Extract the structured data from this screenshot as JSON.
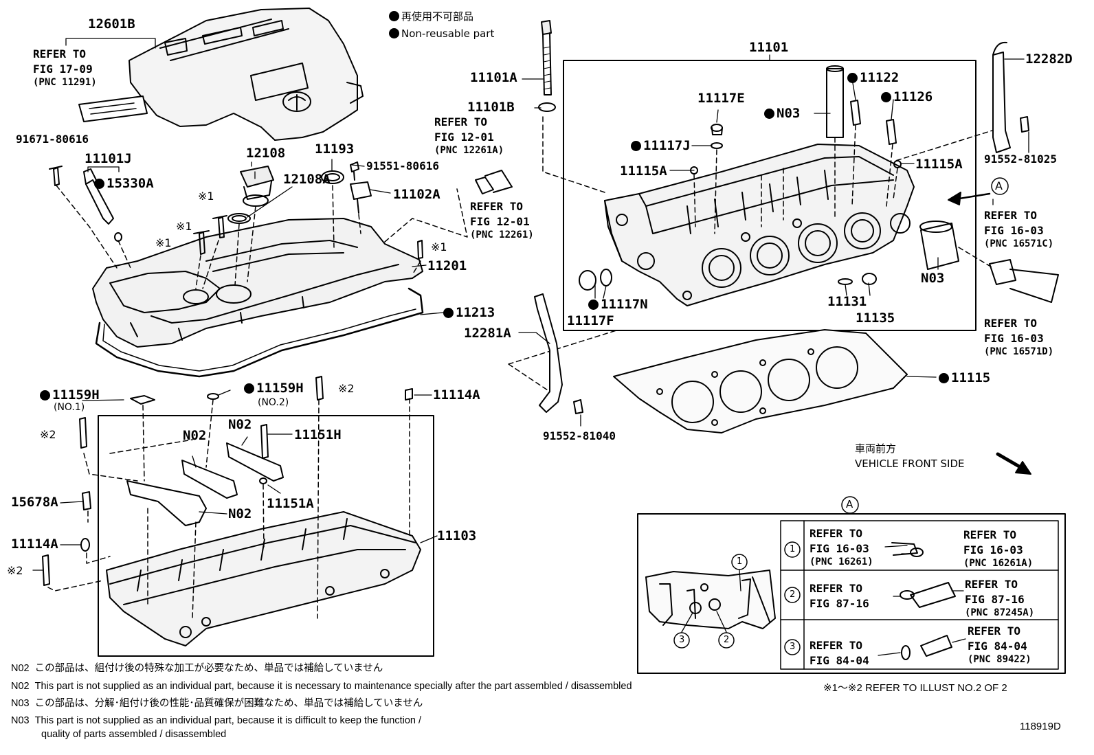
{
  "legend": {
    "line1": "再使用不可部品",
    "line2": "Non-reusable part"
  },
  "labels": {
    "l12601B": "12601B",
    "l91671": "91671-80616",
    "l11101J": "11101J",
    "l15330A": "15330A",
    "l12108": "12108",
    "l12108A": "12108A",
    "l11193": "11193",
    "l91551": "91551-80616",
    "l11102A": "11102A",
    "l11201": "11201",
    "l11213": "11213",
    "l11101A": "11101A",
    "l11101B": "11101B",
    "l11101": "11101",
    "l11122": "11122",
    "l11126": "11126",
    "l11117E": "11117E",
    "lN03a": "N03",
    "l11117J": "11117J",
    "l11115A_left": "11115A",
    "l11115A_right": "11115A",
    "l12282D": "12282D",
    "l91552_81025": "91552-81025",
    "lN03b": "N03",
    "l11117N": "11117N",
    "l11117F": "11117F",
    "l11131": "11131",
    "l11135": "11135",
    "l12281A": "12281A",
    "l11115": "11115",
    "l91552_81040": "91552-81040",
    "l11159H_1": "11159H",
    "l11159H_1_sub": "(NO.1)",
    "l11159H_2": "11159H",
    "l11159H_2_sub": "(NO.2)",
    "l11114A_top": "11114A",
    "lN02_a": "N02",
    "lN02_b": "N02",
    "lN02_c": "N02",
    "l11151H": "11151H",
    "l11151A": "11151A",
    "l15678A": "15678A",
    "l11114A_left": "11114A",
    "l11103": "11103",
    "mark1_a": "※1",
    "mark1_b": "※1",
    "mark1_c": "※1",
    "mark1_d": "※1",
    "mark2_a": "※2",
    "mark2_b": "※2",
    "mark2_c": "※2",
    "circleA_main": "A",
    "circleA_detail": "A"
  },
  "refs": {
    "fig1709": {
      "l1": "REFER TO",
      "l2": "FIG 17-09",
      "pnc": "(PNC 11291)"
    },
    "fig1201a": {
      "l1": "REFER TO",
      "l2": "FIG 12-01",
      "pnc": "(PNC 12261A)"
    },
    "fig1201b": {
      "l1": "REFER TO",
      "l2": "FIG 12-01",
      "pnc": "(PNC 12261)"
    },
    "fig1603c": {
      "l1": "REFER TO",
      "l2": "FIG 16-03",
      "pnc": "(PNC 16571C)"
    },
    "fig1603d": {
      "l1": "REFER TO",
      "l2": "FIG 16-03",
      "pnc": "(PNC 16571D)"
    }
  },
  "front": {
    "jp": "車両前方",
    "en": "VEHICLE FRONT SIDE"
  },
  "detail_table": {
    "rows": [
      {
        "num": "1",
        "left_l1": "REFER TO",
        "left_l2": "FIG 16-03",
        "left_pnc": "(PNC 16261)",
        "right_l1": "REFER TO",
        "right_l2": "FIG 16-03",
        "right_pnc": "(PNC 16261A)"
      },
      {
        "num": "2",
        "left_l1": "REFER TO",
        "left_l2": "FIG 87-16",
        "left_pnc": "",
        "right_l1": "REFER TO",
        "right_l2": "FIG 87-16",
        "right_pnc": "(PNC 87245A)"
      },
      {
        "num": "3",
        "left_l1": "REFER TO",
        "left_l2": "FIG 84-04",
        "left_pnc": "",
        "right_l1": "REFER TO",
        "right_l2": "FIG 84-04",
        "right_pnc": "(PNC 89422)"
      }
    ],
    "callouts": {
      "c1": "1",
      "c2": "2",
      "c3": "3"
    }
  },
  "notes": {
    "n02_jp_code": "N02",
    "n02_jp": "この部品は、組付け後の特殊な加工が必要なため、単品では補給していません",
    "n02_en_code": "N02",
    "n02_en": "This part is not supplied as an individual part, because it is necessary to maintenance specially after the part assembled / disassembled",
    "n03_jp_code": "N03",
    "n03_jp": "この部品は、分解･組付け後の性能･品質確保が困難なため、単品では補給していません",
    "n03_en_code": "N03",
    "n03_en1": "This part is not supplied as an individual part, because it is difficult to keep the function /",
    "n03_en2": "quality of parts  assembled / disassembled",
    "refer_illust": "※1～※2  REFER TO ILLUST NO.2 OF 2",
    "diagram_id": "118919D"
  }
}
